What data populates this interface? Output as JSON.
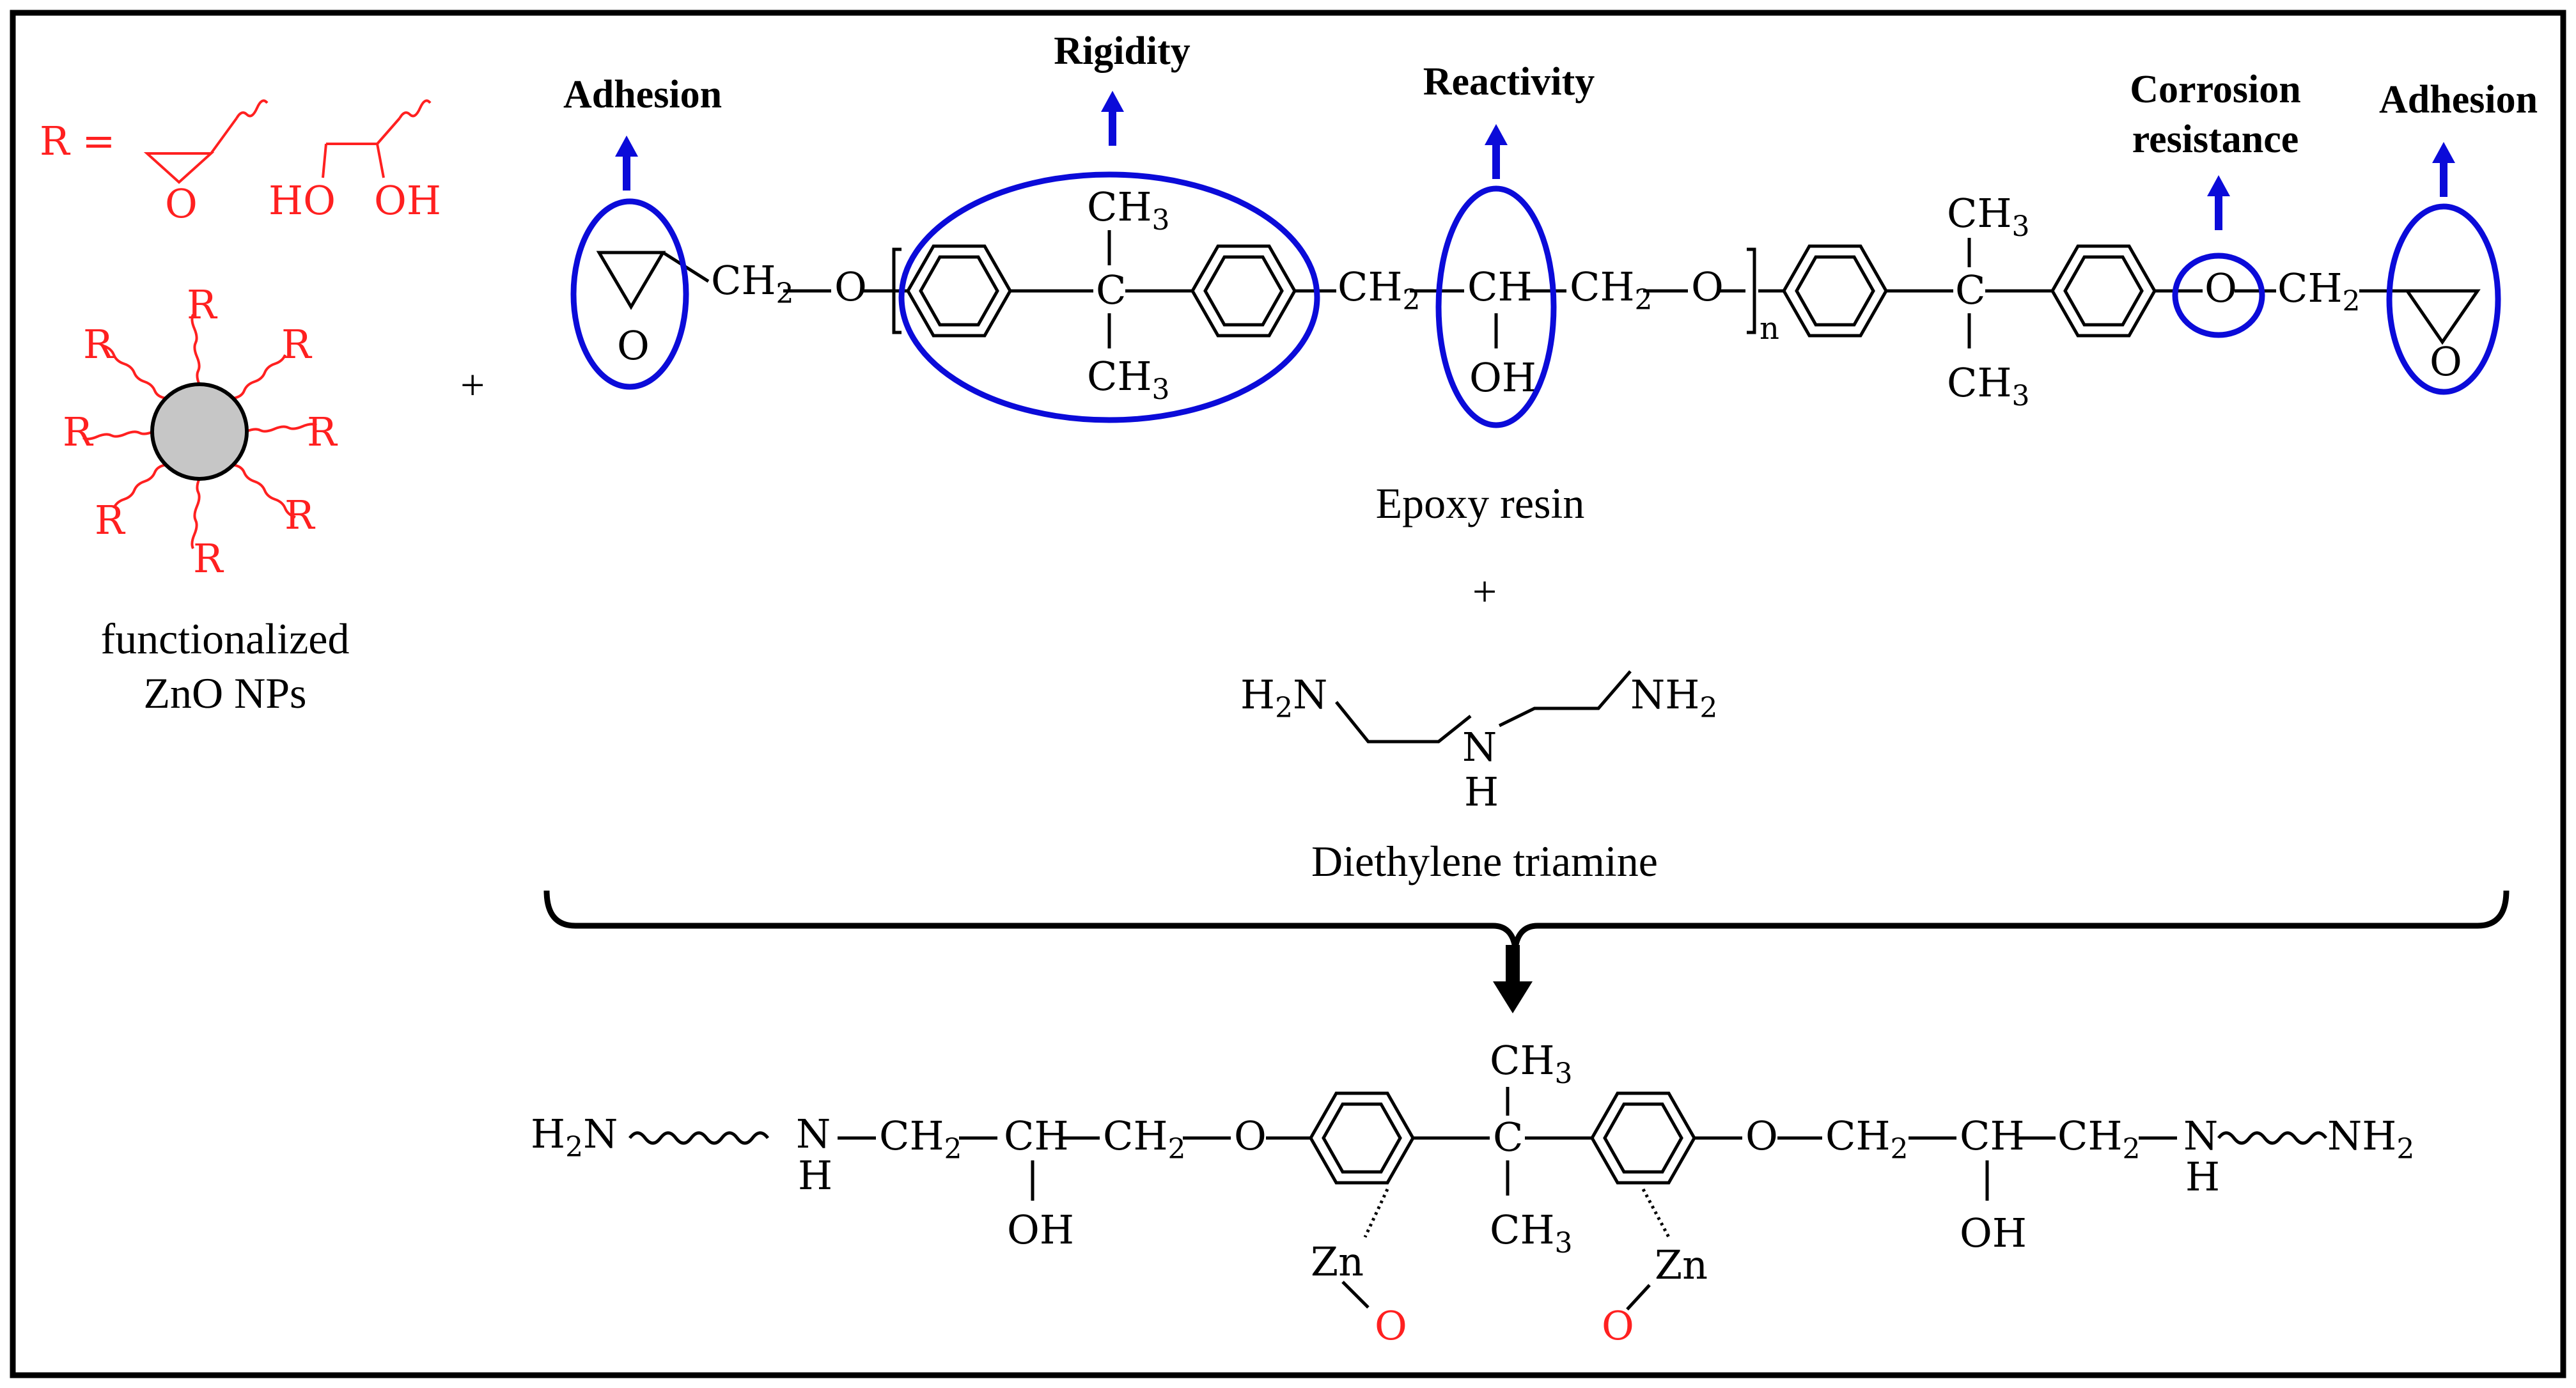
{
  "r_definition": {
    "r_eq": "R =",
    "epoxide_o": "O",
    "ho": "HO",
    "oh": "OH"
  },
  "nanoparticle": {
    "r_label": "R",
    "caption_line1": "functionalized",
    "caption_line2": "ZnO NPs"
  },
  "plus_sign": "+",
  "epoxy_resin": {
    "name": "Epoxy resin",
    "epoxide_o": "O",
    "ch2": "CH",
    "ch": "CH",
    "o": "O",
    "ch3": "CH",
    "c": "C",
    "oh": "OH",
    "repeat_n": "n",
    "sub2": "2",
    "sub3": "3"
  },
  "property_labels": {
    "adhesion_left": "Adhesion",
    "rigidity": "Rigidity",
    "reactivity": "Reactivity",
    "corrosion_line1": "Corrosion",
    "corrosion_line2": "resistance",
    "adhesion_right": "Adhesion"
  },
  "amine": {
    "name": "Diethylene triamine",
    "h2n": "H",
    "n_left": "N",
    "n_mid": "N",
    "h_mid": "H",
    "nh2": "NH"
  },
  "product": {
    "h2n": "H",
    "n": "N",
    "nh": "N",
    "h": "H",
    "ch2": "CH",
    "ch": "CH",
    "oh": "OH",
    "o": "O",
    "c": "C",
    "ch3": "CH",
    "zn": "Zn",
    "zn_o": "O",
    "nh2": "NH"
  },
  "colors": {
    "highlight": "#0b0bd9",
    "functional_group": "#ff2020",
    "nanoparticle_fill": "#c6c6c6",
    "frame": "#000000"
  }
}
